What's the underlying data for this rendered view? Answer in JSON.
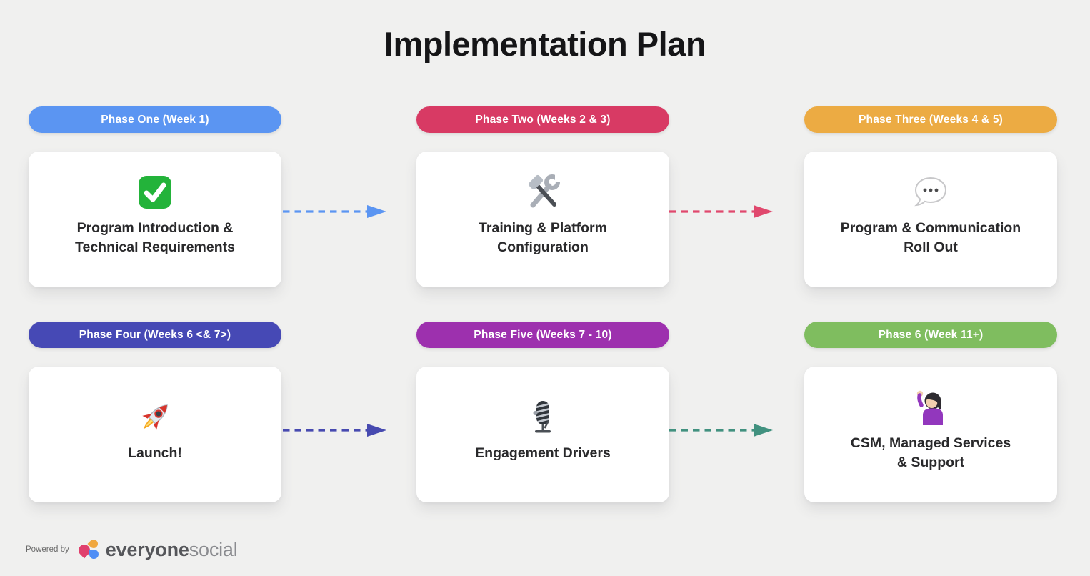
{
  "title": "Implementation Plan",
  "background_color": "#f0f0ef",
  "phases": [
    {
      "label": "Phase One (Week 1)",
      "color": "#5b95f2",
      "icon": "check-mark-button-emoji",
      "title": "Program Introduction &\nTechnical Requirements"
    },
    {
      "label": "Phase Two (Weeks 2 & 3)",
      "color": "#d83a64",
      "icon": "hammer-and-wrench-emoji",
      "title": "Training & Platform\nConfiguration"
    },
    {
      "label": "Phase Three (Weeks 4 & 5)",
      "color": "#ecab43",
      "icon": "speech-balloon-emoji",
      "title": "Program & Communication\nRoll Out"
    },
    {
      "label": "Phase Four (Weeks 6 <& 7>)",
      "color": "#4649b5",
      "icon": "rocket-emoji",
      "title": "Launch!"
    },
    {
      "label": "Phase Five (Weeks 7 - 10)",
      "color": "#9d30ae",
      "icon": "studio-microphone-emoji",
      "title": "Engagement Drivers"
    },
    {
      "label": "Phase 6 (Week 11+)",
      "color": "#7fbd5f",
      "icon": "woman-raising-hand-emoji",
      "title": "CSM, Managed Services\n& Support"
    }
  ],
  "arrows": [
    {
      "from": "phase-one",
      "to": "phase-two",
      "color": "#5b95f2"
    },
    {
      "from": "phase-two",
      "to": "phase-three",
      "color": "#e0486d"
    },
    {
      "from": "phase-four",
      "to": "phase-five",
      "color": "#474ab0"
    },
    {
      "from": "phase-five",
      "to": "phase-six",
      "color": "#41917f"
    }
  ],
  "footer": {
    "powered_by": "Powered by",
    "brand_word_1": "everyone",
    "brand_word_2": "social",
    "logo_colors": [
      "#e0406d",
      "#f0a73e",
      "#4f8ef5"
    ]
  }
}
